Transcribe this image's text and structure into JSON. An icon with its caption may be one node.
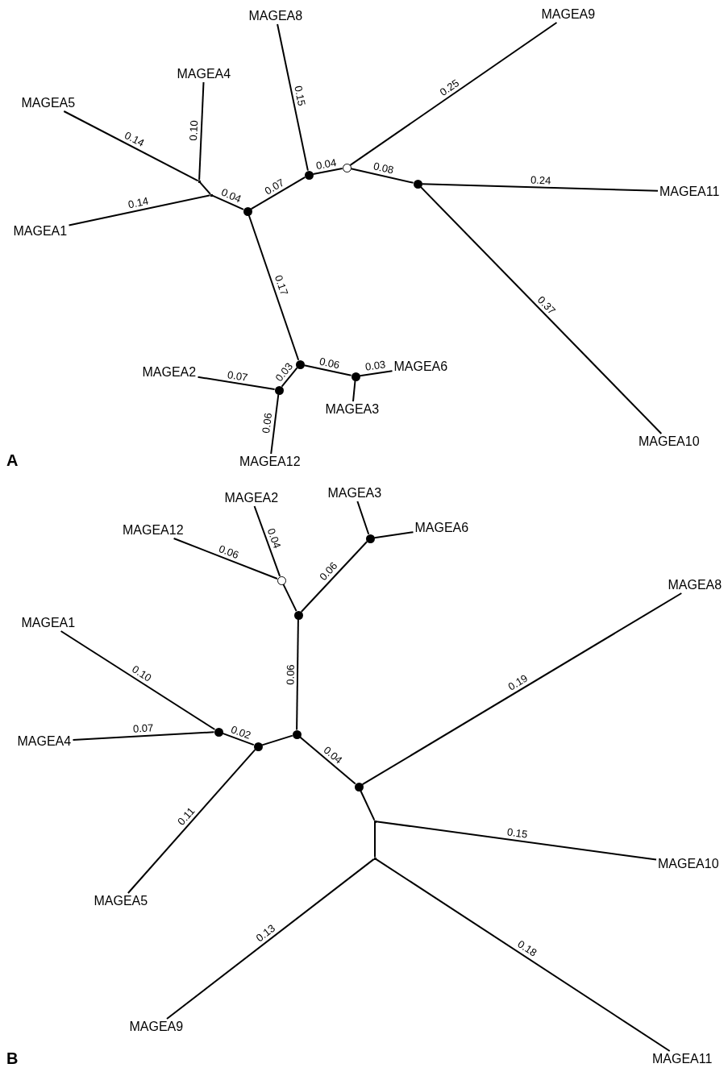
{
  "diagram": {
    "nodes": [
      {
        "text": [
          "MAGEA9"
        ]
      },
      {
        "text": [
          "MAGEA8"
        ]
      },
      {
        "text": [
          "MAGEA4"
        ]
      },
      {
        "text": [
          "MAGEA5"
        ]
      },
      {
        "text": [],
        "shape": "circle"
      },
      {
        "text": [],
        "shape": "dot"
      },
      {
        "text": [],
        "shape": "point"
      },
      {
        "text": [],
        "shape": "dot"
      },
      {
        "text": [
          "MAGEA11"
        ]
      },
      {
        "text": [],
        "shape": "point"
      },
      {
        "text": [],
        "shape": "dot"
      },
      {
        "text": [
          "MAGEA1"
        ]
      },
      {
        "text": [],
        "shape": "dot"
      },
      {
        "text": [
          "MAGEA6"
        ]
      },
      {
        "text": [
          "MAGEA2"
        ]
      },
      {
        "text": [],
        "shape": "dot"
      },
      {
        "text": [],
        "shape": "dot"
      },
      {
        "text": [
          "MAGEA3"
        ]
      },
      {
        "text": [
          "MAGEA10"
        ]
      },
      {
        "text": [
          "MAGEA12"
        ]
      },
      {
        "text": [
          "MAGEA3"
        ]
      },
      {
        "text": [
          "MAGEA2"
        ]
      },
      {
        "text": [
          "MAGEA8"
        ]
      },
      {
        "text": [
          "MAGEA6"
        ]
      },
      {
        "text": [
          "MAGEA12"
        ]
      },
      {
        "text": [],
        "shape": "dot"
      },
      {
        "text": [],
        "shape": "circle"
      },
      {
        "text": [],
        "shape": "dot"
      },
      {
        "text": [
          "MAGEA1"
        ]
      },
      {
        "text": [],
        "shape": "point"
      },
      {
        "text": [
          "MAGEA10"
        ]
      },
      {
        "text": [],
        "shape": "point"
      },
      {
        "text": [],
        "shape": "dot"
      },
      {
        "text": [],
        "shape": "dot"
      },
      {
        "text": [
          "MAGEA4"
        ]
      },
      {
        "text": [],
        "shape": "dot"
      },
      {
        "text": [
          "MAGEA5"
        ]
      },
      {
        "text": [],
        "shape": "dot"
      },
      {
        "text": [
          "MAGEA9"
        ]
      },
      {
        "text": [
          "MAGEA11"
        ]
      }
    ],
    "edges": [
      {
        "from": 3,
        "to": 6,
        "arrow": "none",
        "label": "0.14"
      },
      {
        "from": 2,
        "to": 6,
        "arrow": "none",
        "label": "0.10"
      },
      {
        "from": 6,
        "to": 9,
        "arrow": "none"
      },
      {
        "from": 11,
        "to": 9,
        "arrow": "none",
        "label": "0.14"
      },
      {
        "from": 9,
        "to": 10,
        "arrow": "none",
        "label": "0.04"
      },
      {
        "from": 10,
        "to": 5,
        "arrow": "none",
        "label": "0.07"
      },
      {
        "from": 1,
        "to": 5,
        "arrow": "none",
        "label": "0.15"
      },
      {
        "from": 5,
        "to": 4,
        "arrow": "none",
        "label": "0.04"
      },
      {
        "from": 4,
        "to": 0,
        "arrow": "none",
        "label": "0.25"
      },
      {
        "from": 4,
        "to": 7,
        "arrow": "none",
        "label": "0.08"
      },
      {
        "from": 7,
        "to": 8,
        "arrow": "none",
        "label": "0.24"
      },
      {
        "from": 7,
        "to": 18,
        "arrow": "none",
        "label": "0.37"
      },
      {
        "from": 10,
        "to": 12,
        "arrow": "none",
        "label": "0.17"
      },
      {
        "from": 12,
        "to": 16,
        "arrow": "none",
        "label": "0.03"
      },
      {
        "from": 14,
        "to": 16,
        "arrow": "none",
        "label": "0.07"
      },
      {
        "from": 16,
        "to": 19,
        "arrow": "none",
        "label": "0.06"
      },
      {
        "from": 12,
        "to": 15,
        "arrow": "none",
        "label": "0.06"
      },
      {
        "from": 15,
        "to": 13,
        "arrow": "none",
        "label": "0.03"
      },
      {
        "from": 15,
        "to": 17,
        "arrow": "none"
      },
      {
        "from": 24,
        "to": 26,
        "arrow": "none",
        "label": "0.06"
      },
      {
        "from": 21,
        "to": 26,
        "arrow": "none",
        "label": "0.04"
      },
      {
        "from": 26,
        "to": 27,
        "arrow": "none"
      },
      {
        "from": 27,
        "to": 25,
        "arrow": "none",
        "label": "0.06"
      },
      {
        "from": 20,
        "to": 25,
        "arrow": "none"
      },
      {
        "from": 25,
        "to": 23,
        "arrow": "none"
      },
      {
        "from": 27,
        "to": 33,
        "arrow": "none",
        "label": "0.06"
      },
      {
        "from": 28,
        "to": 32,
        "arrow": "none",
        "label": "0.10"
      },
      {
        "from": 34,
        "to": 32,
        "arrow": "none",
        "label": "0.07"
      },
      {
        "from": 32,
        "to": 35,
        "arrow": "none",
        "label": "0.02"
      },
      {
        "from": 35,
        "to": 36,
        "arrow": "none",
        "label": "0.11"
      },
      {
        "from": 35,
        "to": 33,
        "arrow": "none"
      },
      {
        "from": 33,
        "to": 37,
        "arrow": "none",
        "label": "0.04"
      },
      {
        "from": 37,
        "to": 22,
        "arrow": "none",
        "label": "0.19"
      },
      {
        "from": 37,
        "to": 29,
        "arrow": "none"
      },
      {
        "from": 29,
        "to": 30,
        "arrow": "none",
        "label": "0.15"
      },
      {
        "from": 29,
        "to": 31,
        "arrow": "none"
      },
      {
        "from": 31,
        "to": 38,
        "arrow": "none",
        "label": "0.13"
      },
      {
        "from": 31,
        "to": 39,
        "arrow": "none",
        "label": "0.18"
      }
    ],
    "labels": [
      "A",
      "B"
    ]
  }
}
